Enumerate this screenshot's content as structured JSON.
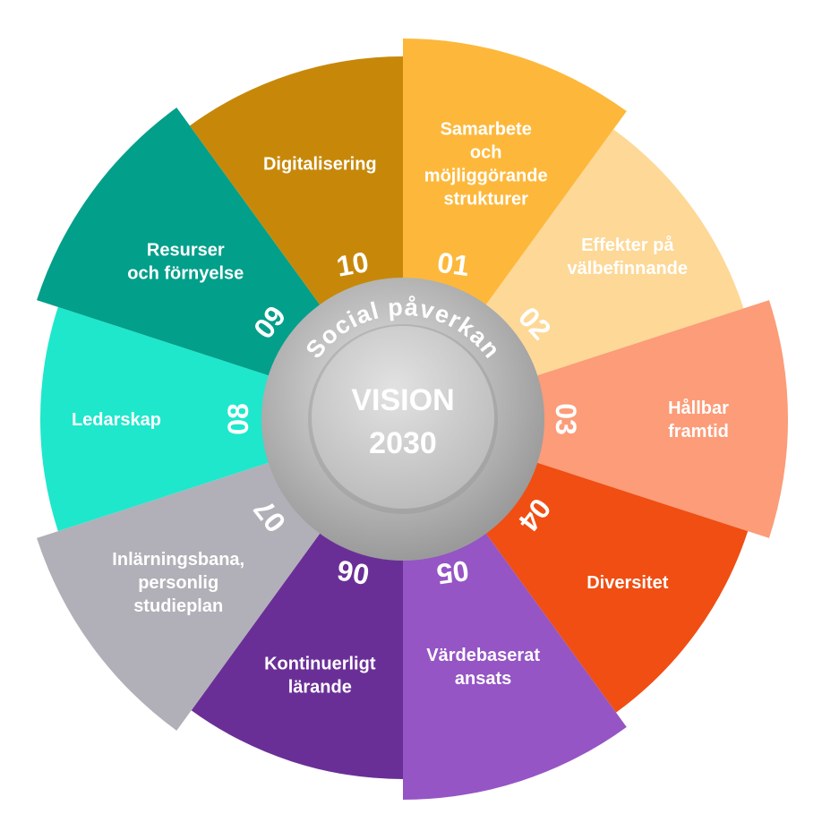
{
  "center": {
    "line1": "VISION",
    "line2": "2030"
  },
  "ring_label": "Social påverkan",
  "segments": [
    {
      "num": "01",
      "lines": [
        "Samarbete",
        "och",
        "möjliggörande",
        "strukturer"
      ],
      "color": "#FDB83B"
    },
    {
      "num": "02",
      "lines": [
        "Effekter på",
        "välbefinnande"
      ],
      "color": "#FDD897"
    },
    {
      "num": "03",
      "lines": [
        "Hållbar",
        "framtid"
      ],
      "color": "#FC9C78"
    },
    {
      "num": "04",
      "lines": [
        "Diversitet"
      ],
      "color": "#F04E13"
    },
    {
      "num": "05",
      "lines": [
        "Värdebaserat",
        "ansats"
      ],
      "color": "#9555C5"
    },
    {
      "num": "06",
      "lines": [
        "Kontinuerligt",
        "lärande"
      ],
      "color": "#6A2F97"
    },
    {
      "num": "07",
      "lines": [
        "Inlärningsbana,",
        "personlig",
        "studieplan"
      ],
      "color": "#B1B0B8"
    },
    {
      "num": "08",
      "lines": [
        "Ledarskap"
      ],
      "color": "#1EE7CC"
    },
    {
      "num": "09",
      "lines": [
        "Resurser",
        "och förnyelse"
      ],
      "color": "#029F8A"
    },
    {
      "num": "10",
      "lines": [
        "Digitalisering"
      ],
      "color": "#C7880A"
    }
  ]
}
